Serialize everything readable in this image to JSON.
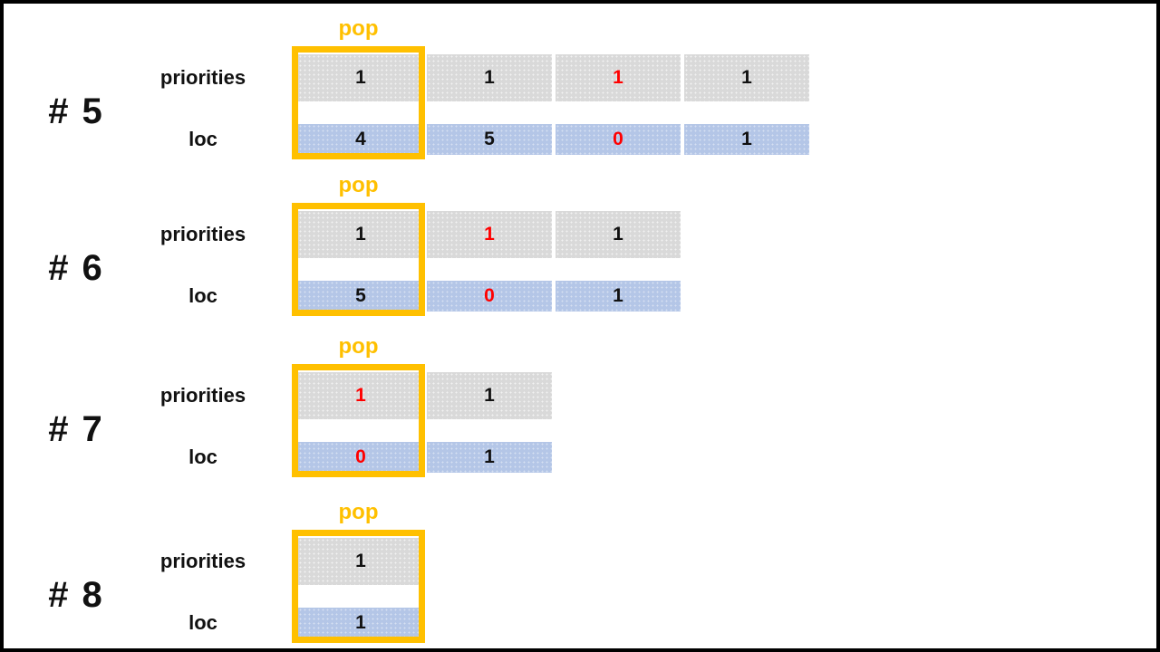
{
  "colors": {
    "gold": "#FFC000",
    "red": "#FF0000",
    "gray_cell": "#D9D9D9",
    "blue_cell": "#B4C6E7",
    "text": "#111111"
  },
  "labels": {
    "pop": "pop",
    "priorities": "priorities",
    "loc": "loc"
  },
  "steps": [
    {
      "id": "# 5",
      "priorities": [
        {
          "v": "1"
        },
        {
          "v": "1"
        },
        {
          "v": "1",
          "red": true
        },
        {
          "v": "1"
        }
      ],
      "loc": [
        {
          "v": "4"
        },
        {
          "v": "5"
        },
        {
          "v": "0",
          "red": true
        },
        {
          "v": "1"
        }
      ]
    },
    {
      "id": "# 6",
      "priorities": [
        {
          "v": "1"
        },
        {
          "v": "1",
          "red": true
        },
        {
          "v": "1"
        }
      ],
      "loc": [
        {
          "v": "5"
        },
        {
          "v": "0",
          "red": true
        },
        {
          "v": "1"
        }
      ]
    },
    {
      "id": "# 7",
      "priorities": [
        {
          "v": "1",
          "red": true
        },
        {
          "v": "1"
        }
      ],
      "loc": [
        {
          "v": "0",
          "red": true
        },
        {
          "v": "1"
        }
      ]
    },
    {
      "id": "# 8",
      "priorities": [
        {
          "v": "1"
        }
      ],
      "loc": [
        {
          "v": "1"
        }
      ]
    }
  ]
}
